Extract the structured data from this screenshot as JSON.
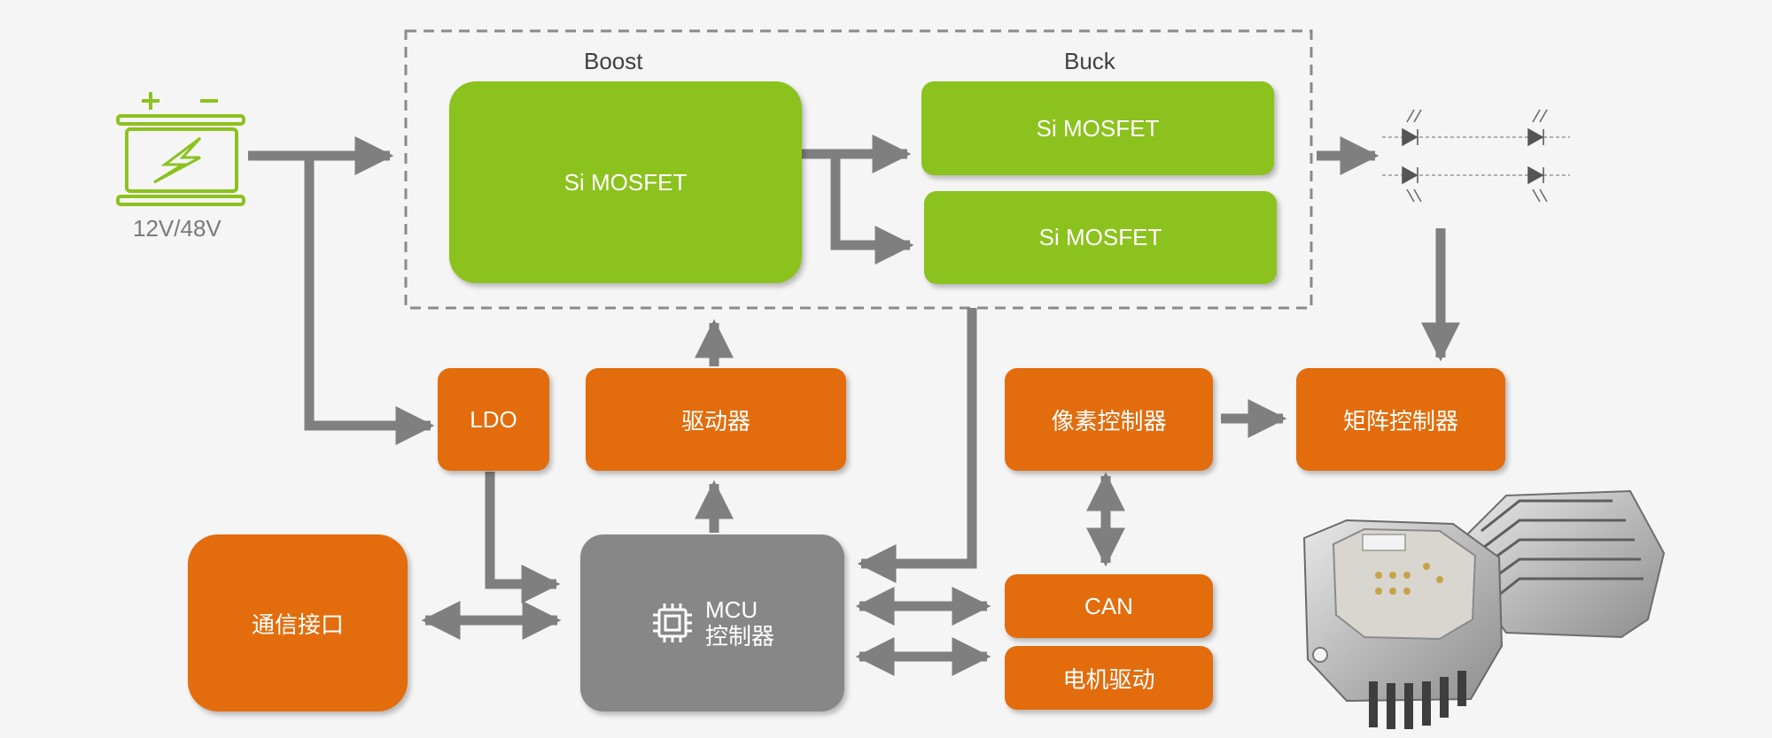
{
  "battery": {
    "label": "12V/48V"
  },
  "power_stage": {
    "boost": {
      "title": "Boost",
      "device": "Si MOSFET"
    },
    "buck": {
      "title": "Buck",
      "devices": [
        "Si MOSFET",
        "Si MOSFET"
      ]
    }
  },
  "blocks": {
    "ldo": "LDO",
    "driver": "驱动器",
    "pixel_controller": "像素控制器",
    "matrix_controller": "矩阵控制器",
    "comm_interface": "通信接口",
    "mcu_line1": "MCU",
    "mcu_line2": "控制器",
    "can": "CAN",
    "motor_drive": "电机驱动"
  },
  "colors": {
    "green": "#8cc21e",
    "orange": "#e36c0c",
    "gray": "#878787",
    "arrow": "#7f7f7f",
    "background": "#f5f5f5"
  },
  "icons": [
    "battery-icon",
    "chip-icon",
    "led-array-icon",
    "led-module-photo"
  ]
}
